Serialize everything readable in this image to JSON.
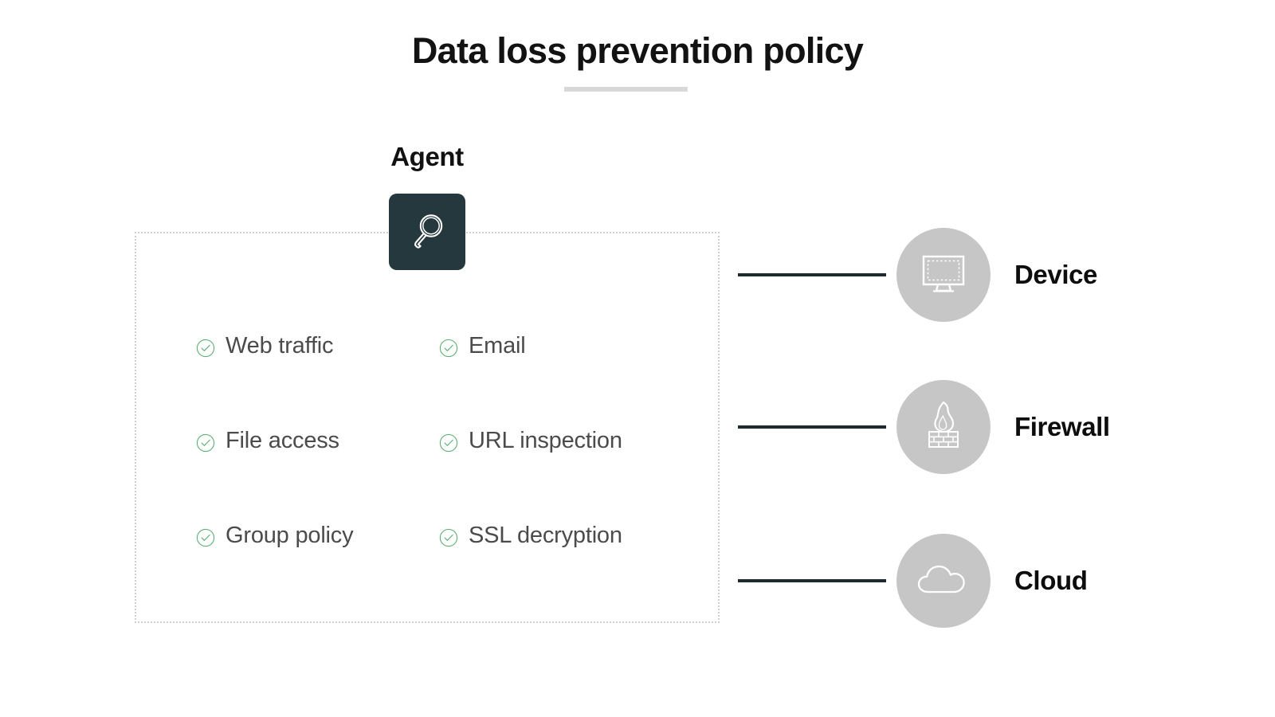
{
  "title": {
    "text": "Data loss prevention policy",
    "underline_color": "#d8d8d8"
  },
  "agent": {
    "label": "Agent",
    "icon": "magnifier-icon",
    "box_color": "#24383d"
  },
  "capabilities": {
    "check_icon": "check-circle-icon",
    "check_color": "#56b06c",
    "text_color": "#4b4b4b",
    "items": [
      {
        "label": "Web traffic"
      },
      {
        "label": "Email"
      },
      {
        "label": "File access"
      },
      {
        "label": "URL inspection"
      },
      {
        "label": "Group policy"
      },
      {
        "label": "SSL decryption"
      }
    ]
  },
  "nodes": {
    "circle_color": "#c6c6c6",
    "connector_color": "#1d2b2e",
    "items": [
      {
        "label": "Device",
        "icon": "monitor-icon"
      },
      {
        "label": "Firewall",
        "icon": "firewall-icon"
      },
      {
        "label": "Cloud",
        "icon": "cloud-icon"
      }
    ]
  }
}
